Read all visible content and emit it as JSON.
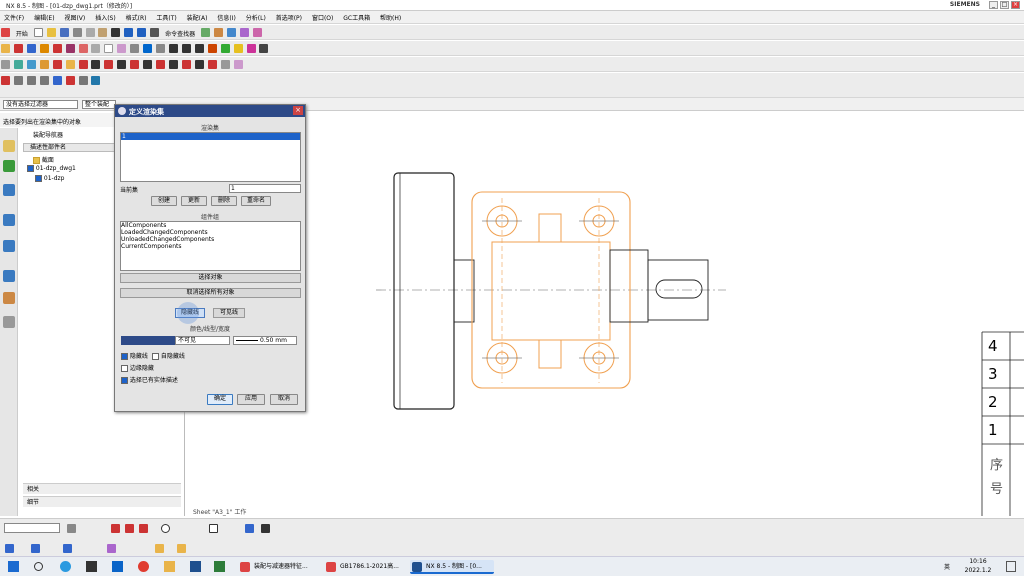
{
  "window": {
    "title": "NX 8.5 - 制图 - [01-dzp_dwg1.prt（修改的）]",
    "brand": "SIEMENS",
    "controls": [
      "_",
      "□",
      "×"
    ]
  },
  "menubar": [
    "文件(F)",
    "编辑(E)",
    "视图(V)",
    "插入(S)",
    "格式(R)",
    "工具(T)",
    "装配(A)",
    "信息(I)",
    "分析(L)",
    "首选项(P)",
    "窗口(O)",
    "GC工具箱",
    "帮助(H)"
  ],
  "toolbar": {
    "start_label": "开始",
    "command_finder": "命令查找器",
    "filter_value": "没有选择过滤器",
    "assembly_value": "整个装配"
  },
  "selection_prompt": "选择要列出在渲染集中的对象",
  "navigator": {
    "title": "装配导航器",
    "column_header": "描述性部件名",
    "items": [
      "截面",
      "01-dzp_dwg1",
      "01-dzp"
    ],
    "footer_items": [
      "相关",
      "细节"
    ]
  },
  "dialog": {
    "title": "定义渲染集",
    "section_render_set": "渲染集",
    "render_list": [
      "1"
    ],
    "current_label": "当前集",
    "current_value": "1",
    "buttons_row1": [
      "创建",
      "更新",
      "删除",
      "重命名"
    ],
    "section_operations": "组件组",
    "operation_list": [
      "AllComponents",
      "LoadedChangedComponents",
      "UnloadedChangedComponents",
      "CurrentComponents"
    ],
    "select_objects_btn": "选择对象",
    "clear_selection_btn": "取消选择所有对象",
    "hide_btn": "隐藏线",
    "visible_btn": "可见线",
    "section_style": "颜色/线型/宽度",
    "linetype_value": "不可见",
    "width_value": "0.50 mm",
    "checkbox_hidden": "隐藏线",
    "checkbox_self_hidden": "自隐藏线",
    "checkbox_edges": "边缘隐藏",
    "checkbox_assembly": "选择已有实体描述",
    "checks": {
      "hidden": true,
      "self_hidden": false,
      "edges": false,
      "assembly": true
    },
    "ok": "确定",
    "apply": "应用",
    "cancel": "取消"
  },
  "title_block": {
    "rows": [
      "4",
      "3",
      "2",
      "1"
    ],
    "header": "序号"
  },
  "status_text": "Sheet \"A3_1\" 工作",
  "taskbar": {
    "apps": [
      "装配与减速器特征...",
      "GB1786.1-2021高...",
      "NX 8.5 - 制图 - [0..."
    ],
    "clock_time": "10:16",
    "clock_date": "2022.1.2",
    "ime": "英"
  },
  "colors": {
    "dialog_title": "#2d4a88",
    "orange_lines": "#f0a050",
    "selected_list": "#1d62c9"
  }
}
